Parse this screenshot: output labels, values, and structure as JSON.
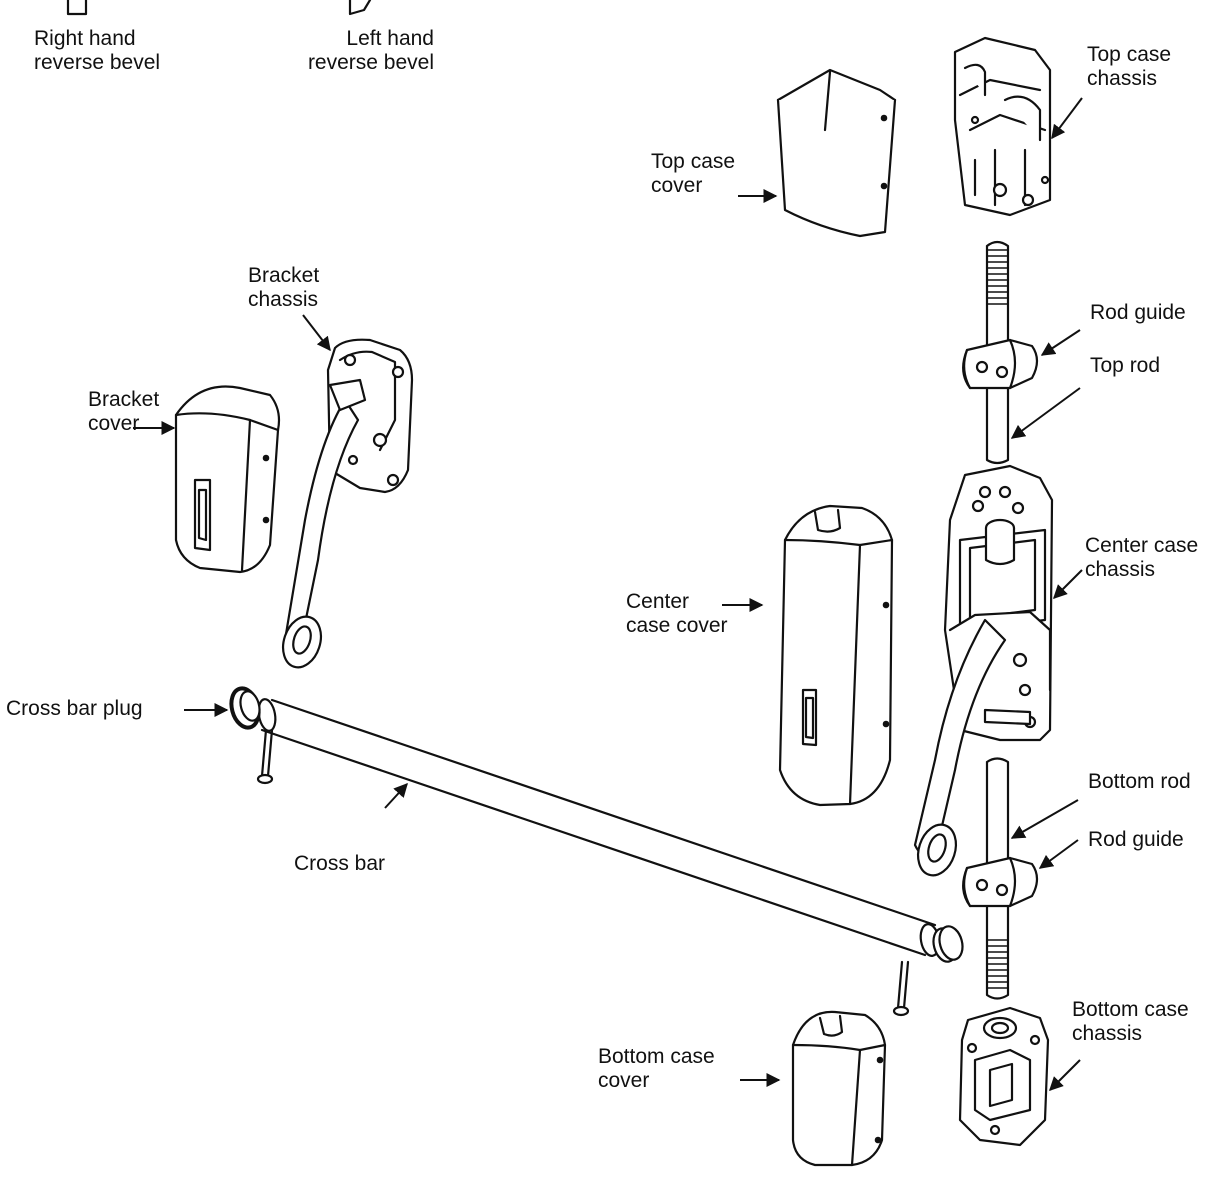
{
  "colors": {
    "ink": "#111111",
    "paper": "#ffffff",
    "shade": "#e6e6e6"
  },
  "bevel": {
    "right_hand": {
      "line1": "Right hand",
      "line2": "reverse bevel"
    },
    "left_hand": {
      "line1": "Left hand",
      "line2": "reverse bevel"
    }
  },
  "labels": {
    "top_case_chassis": {
      "line1": "Top case",
      "line2": "chassis"
    },
    "top_case_cover": {
      "line1": "Top case",
      "line2": "cover"
    },
    "bracket_chassis": {
      "line1": "Bracket",
      "line2": "chassis"
    },
    "bracket_cover": {
      "line1": "Bracket",
      "line2": "cover"
    },
    "rod_guide_top": "Rod guide",
    "top_rod": "Top rod",
    "center_case_chassis": {
      "line1": "Center case",
      "line2": "chassis"
    },
    "center_case_cover": {
      "line1": "Center",
      "line2": "case cover"
    },
    "cross_bar_plug": "Cross bar plug",
    "cross_bar": "Cross bar",
    "bottom_rod": "Bottom rod",
    "rod_guide_bottom": "Rod guide",
    "bottom_case_chassis": {
      "line1": "Bottom case",
      "line2": "chassis"
    },
    "bottom_case_cover": {
      "line1": "Bottom case",
      "line2": "cover"
    }
  }
}
